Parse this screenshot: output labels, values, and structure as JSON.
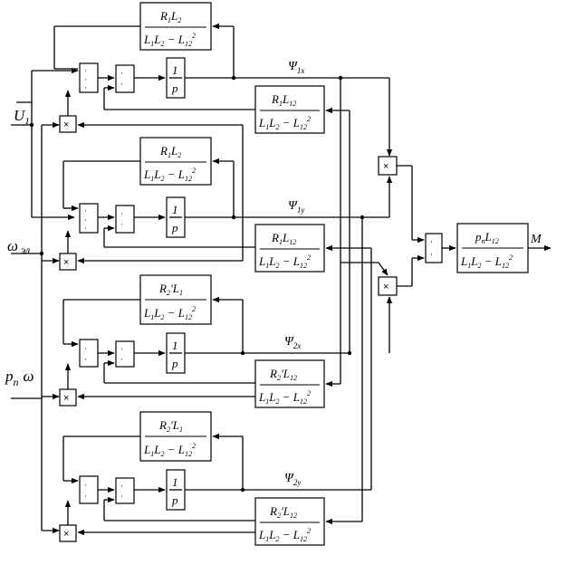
{
  "signals": {
    "psi_1x": "Ψ1x",
    "psi_1y": "Ψ1y",
    "psi_2x": "Ψ2x",
    "psi_2y": "Ψ2y",
    "output_m": "M",
    "input_u1": "U1",
    "input_omega_el": "ωэл",
    "input_pn_omega": "pп ω"
  },
  "blocks": {
    "integrator_num": "1",
    "integrator_den": "p",
    "multiplier": "×",
    "fb_den": "L1L2 − L12²"
  },
  "gains": {
    "r1l2": "R1L2",
    "r1l12": "R1L12",
    "r2l1": "R2'L1",
    "r2l12": "R2'L12",
    "pnl12": "pпL12"
  }
}
